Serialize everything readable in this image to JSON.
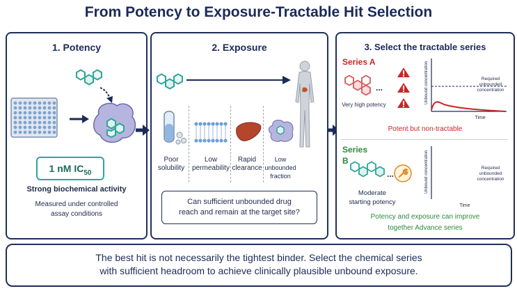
{
  "title": "From Potency to Exposure-Tractable Hit Selection",
  "panel1": {
    "heading": "1. Potency",
    "ic50_value": "1 nM IC",
    "ic50_sub": "50",
    "activity_label": "Strong biochemical activity",
    "conditions_line1": "Measured under controlled",
    "conditions_line2": "assay conditions"
  },
  "panel2": {
    "heading": "2. Exposure",
    "barrier_1_line1": "Poor",
    "barrier_1_line2": "solubility",
    "barrier_2_line1": "Low",
    "barrier_2_line2": "permeability",
    "barrier_3_line1": "Rapid",
    "barrier_3_line2": "clearance",
    "barrier_4_line1": "Low",
    "barrier_4_line2": "unbounded",
    "barrier_4_line3": "fraction",
    "question_line1": "Can sufficient unbounded drug",
    "question_line2": "reach and remain at the target site?"
  },
  "panel3": {
    "heading": "3. Select the tractable series",
    "series_a": "Series A",
    "series_a_note": "Very high potency",
    "series_a_verdict": "Potent but non-tractable",
    "series_b_line1": "Series",
    "series_b_line2": "B",
    "series_b_note_line1": "Moderate",
    "series_b_note_line2": "starting potency",
    "y_axis_label": "Unbound concentration",
    "x_axis_label": "Time",
    "req_line1": "Required",
    "req_line2": "unbounded",
    "req_line3": "concentration",
    "series_b_verdict_line1": "Potency and exposure can improve",
    "series_b_verdict_line2": "together Advance series"
  },
  "footer": {
    "line1": "The best hit is not necessarily the tightest binder. Select the chemical series",
    "line2": "with sufficient headroom to achieve clinically plausible unbound exposure."
  },
  "colors": {
    "navy": "#1b2a57",
    "teal": "#2ba69a",
    "green": "#2a8a3a",
    "red": "#c62828",
    "protein": "#b6b5e0"
  }
}
